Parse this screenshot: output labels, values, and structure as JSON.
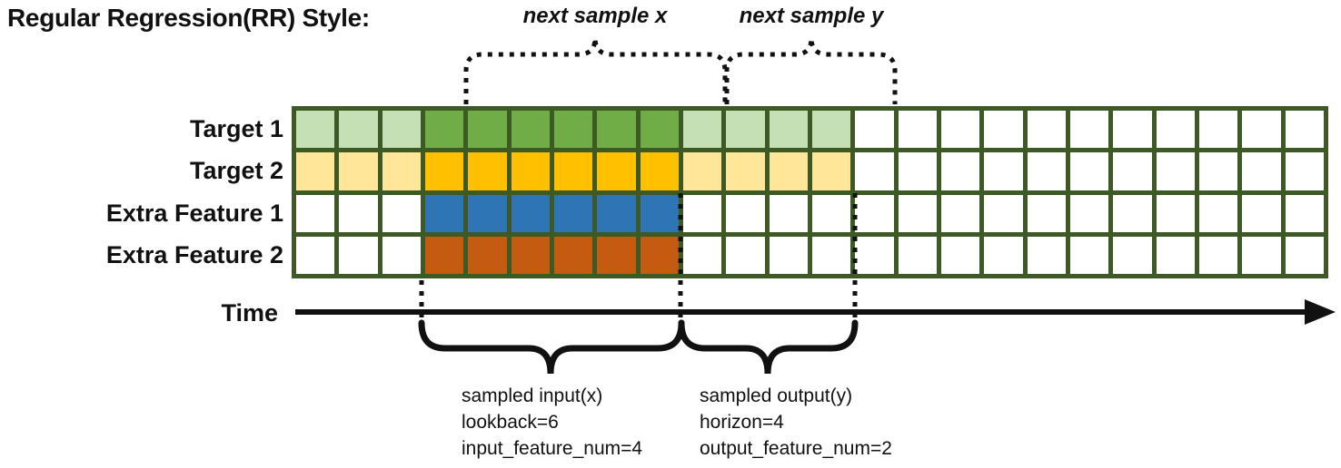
{
  "title": "Regular Regression(RR) Style:",
  "time_label": "Time",
  "annotations": {
    "next_sample_x": "next sample x",
    "next_sample_y": "next sample y"
  },
  "grid": {
    "columns": 24,
    "border_color": "#3D5A26",
    "cell_default_color": "#FFFFFF",
    "rows": [
      {
        "label": "Target 1",
        "solid_color": "#70AD47",
        "light_color": "#C5E0B4",
        "white_before": 3,
        "solid_count": 6,
        "light_count": 4
      },
      {
        "label": "Target 2",
        "solid_color": "#FFC000",
        "light_color": "#FFE699",
        "white_before": 3,
        "solid_count": 6,
        "light_count": 4
      },
      {
        "label": "Extra Feature 1",
        "solid_color": "#2E75B6",
        "light_color": null,
        "white_before": 3,
        "solid_count": 6,
        "light_count": 0
      },
      {
        "label": "Extra Feature 2",
        "solid_color": "#C55A11",
        "light_color": null,
        "white_before": 3,
        "solid_count": 6,
        "light_count": 0
      }
    ]
  },
  "input_annotation": {
    "line1": "sampled input(x)",
    "line2": "lookback=6",
    "line3": "input_feature_num=4"
  },
  "output_annotation": {
    "line1": "sampled output(y)",
    "line2": "horizon=4",
    "line3": "output_feature_num=2"
  },
  "sample_params": {
    "lookback": 6,
    "horizon": 4,
    "input_feature_num": 4,
    "output_feature_num": 2
  }
}
